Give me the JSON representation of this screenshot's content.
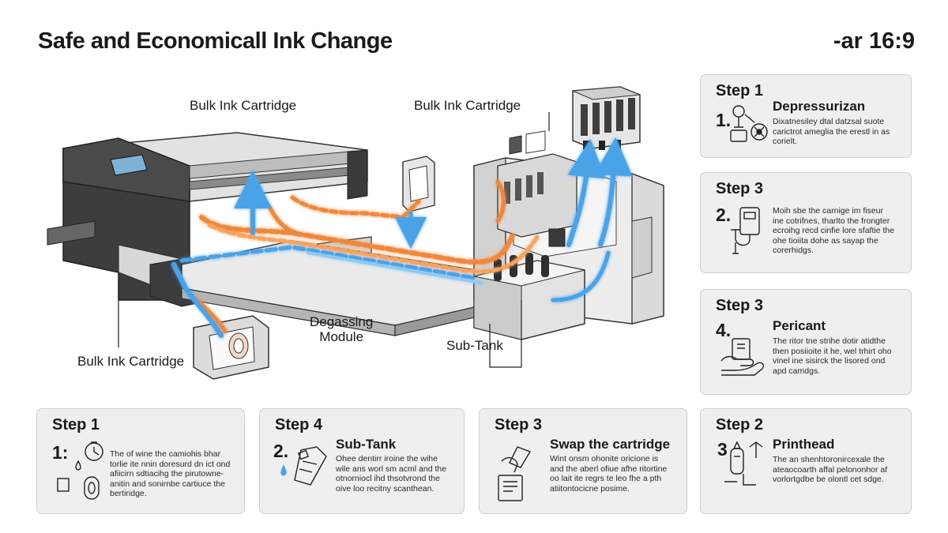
{
  "header": {
    "title": "Safe and Economicall Ink Change",
    "aspect": "-ar 16:9"
  },
  "diagram": {
    "labels": {
      "bulk_top_left": "Bulk Ink Cartridge",
      "bulk_top_right": "Bulk Ink Cartridge",
      "bulk_bottom": "Bulk Ink Cartridge",
      "degassing": "Degassing\nModule",
      "subtank": "Sub-Tank"
    },
    "colors": {
      "flow_blue": "#4aa3e6",
      "flow_orange": "#f0883a",
      "machine_dark": "#3a3a3a",
      "machine_light": "#e4e4e4"
    }
  },
  "cards": {
    "right": [
      {
        "step": "Step 1",
        "num": "1.",
        "title": "Depressurizan",
        "text": "Dixatnesiley dtal datzsal suote\ncarictrot ameglia the erestl in as\ncorielt.",
        "icon": "lever-valve-icon"
      },
      {
        "step": "Step 3",
        "num": "2.",
        "title": "",
        "text": "Moih sbe the carnige im fiseur\nine cotrifnes, tharlto the frongter\necroihg recd cinfie lore sfaftie the\nohe tioiita dohe as sayap the\ncorerhidgs.",
        "icon": "cartridge-hose-icon"
      },
      {
        "step": "Step 3",
        "num": "4.",
        "title": "Pericant",
        "text": "The ritor tne strihe dotir atidthe\nthen posiioite it he, wel trhirt oho\nvinel ine sisirck the lisored ond\napd camdgs.",
        "icon": "hand-tablet-icon"
      }
    ],
    "bottom": [
      {
        "step": "Step 1",
        "num": "1:",
        "title": "",
        "text": "The of wine the camiohis bhar\ntorlie ite nnin doresurd dn ict ond\nafiicirn sdtiacihg the pirutowne-\nanitin and sonirnbe cartiuce the\nbertiridge.",
        "icon": "timer-drop-icon"
      },
      {
        "step": "Step 4",
        "num": "2.",
        "title": "Sub-Tank",
        "text": "Ohee dentirr iroine the wihe\nwile ans worl sm acml and the\notnorniocl ihd thsotvrond the\noive loo recitny scanthean.",
        "icon": "subtank-drop-icon"
      },
      {
        "step": "Step 3",
        "num": "",
        "title": "Swap the cartridge",
        "text": "Wint onsm ohonite oricione is\nand the aberl ofiue afhe ritortine\noo lait ite regrs te leo fhe a pth\natiitontocicne posime.",
        "icon": "hand-cartridge-icon"
      },
      {
        "step": "Step 2",
        "num": "3",
        "title": "Printhead",
        "text": "The an shenhtoronircexale the\nateaocoarth affal pelononhor af\nvorlortgdbe be olontl cet sdge.",
        "icon": "printhead-icon"
      }
    ]
  }
}
